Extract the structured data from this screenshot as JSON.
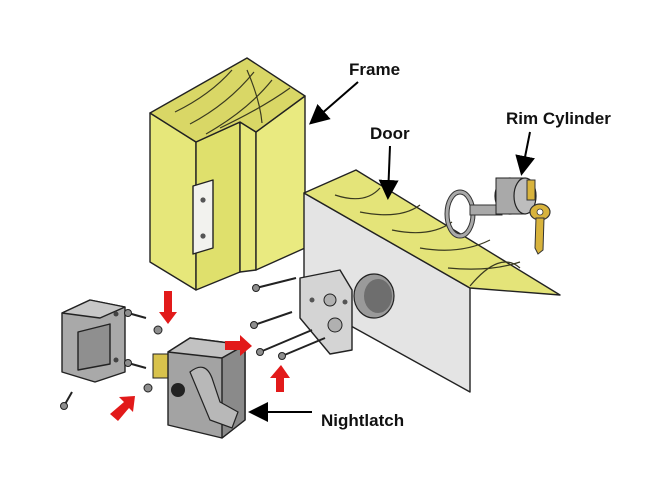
{
  "labels": {
    "frame": "Frame",
    "door": "Door",
    "rim_cylinder": "Rim Cylinder",
    "nightlatch": "Nightlatch"
  },
  "colors": {
    "wood": "#e6e77a",
    "wood_dark": "#d7d45e",
    "door_face": "#e4e4e4",
    "metal": "#a9a9a9",
    "metal_dark": "#7c7c7c",
    "key": "#d8b33c",
    "arrow": "#e21a1a"
  },
  "icons": [
    "red-arrow-icon",
    "screw-icon",
    "key-icon"
  ]
}
